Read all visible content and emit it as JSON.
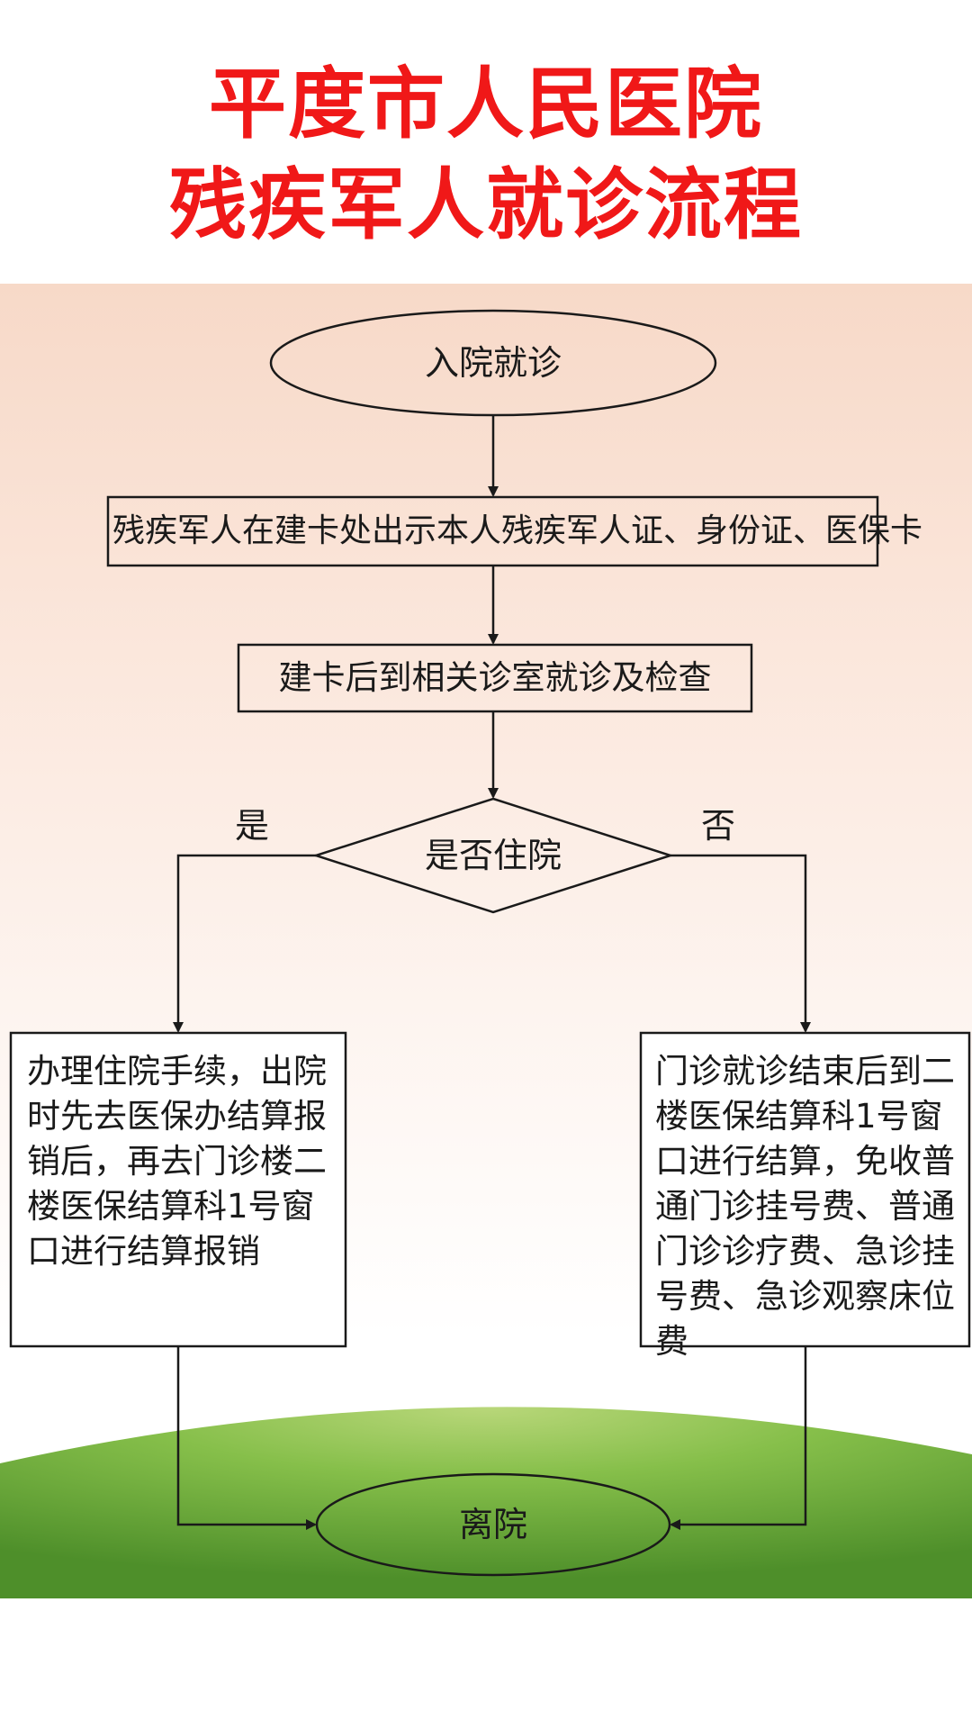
{
  "title": {
    "line1": "平度市人民医院",
    "line2": "残疾军人就诊流程"
  },
  "colors": {
    "title": "#f01818",
    "line": "#1a1a1a",
    "grass": "#7cb84a"
  },
  "flow": {
    "start": "入院就诊",
    "step1": "残疾军人在建卡处出示本人残疾军人证、身份证、医保卡",
    "step2": "建卡后到相关诊室就诊及检查",
    "decision": "是否住院",
    "yes_label": "是",
    "no_label": "否",
    "yes_branch": "办理住院手续，出院时先去医保办结算报销后，再去门诊楼二楼医保结算科1号窗口进行结算报销",
    "no_branch": "门诊就诊结束后到二楼医保结算科1号窗口进行结算，免收普通门诊挂号费、普通门诊诊疗费、急诊挂号费、急诊观察床位费",
    "end": "离院"
  }
}
